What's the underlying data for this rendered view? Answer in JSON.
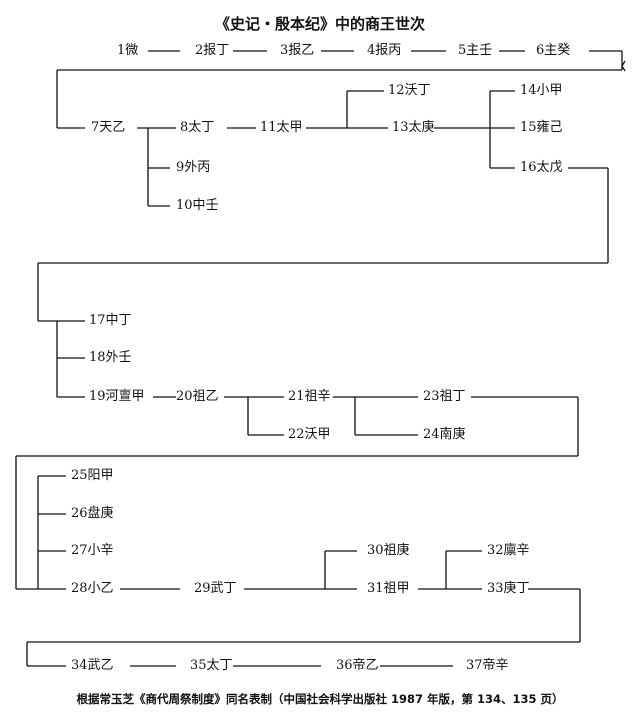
{
  "title": "《史记・殷本纪》中的商王世次",
  "caption": "根据常玉芝《商代周祭制度》同名表制（中国社会科学出版社 1987 年版，第 134、135 页）",
  "kings": [
    "1微",
    "2报丁",
    "3报乙",
    "4报丙",
    "5主壬",
    "6主癸",
    "7天乙",
    "8太丁",
    "9外丙",
    "10中壬",
    "11太甲",
    "12沃丁",
    "13太庚",
    "14小甲",
    "15雍己",
    "16太戊",
    "17中丁",
    "18外壬",
    "19河亶甲",
    "20祖乙",
    "21祖辛",
    "22沃甲",
    "23祖丁",
    "24南庚",
    "25阳甲",
    "26盘庚",
    "27小辛",
    "28小乙",
    "29武丁",
    "30祖庚",
    "31祖甲",
    "32廪辛",
    "33庚丁",
    "34武乙",
    "35太丁",
    "36帝乙",
    "37帝辛"
  ]
}
